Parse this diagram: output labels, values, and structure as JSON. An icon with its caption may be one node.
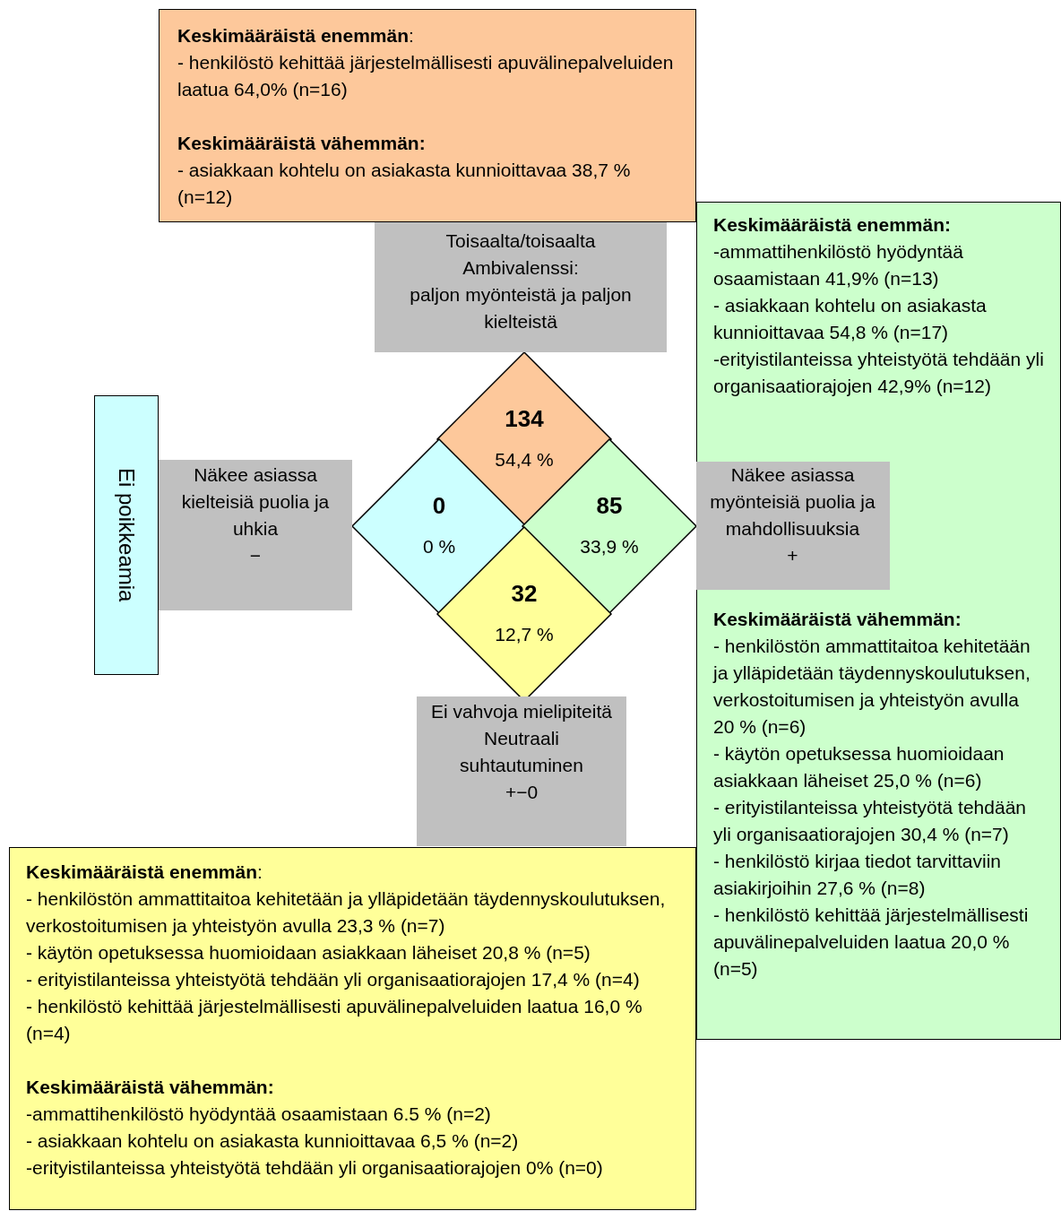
{
  "diagram": {
    "nodes": [
      {
        "text": [
          "**Keskimääräistä enemmän**:",
          "- henkilöstö kehittää järjestelmällisesti apuvälinepalveluiden laatua 64,0% (n=16)",
          "Keskimääräistä vähemmän:",
          "- asiakkaan kohtelu on asiakasta kunnioittavaa 38,7 % (n=12)"
        ]
      },
      {
        "text": [
          "Toisaalta/toisaalta",
          "Ambivalenssi:",
          "paljon myönteistä ja paljon kielteistä"
        ]
      },
      {
        "text": [
          "Keskimääräistä enemmän:",
          "-ammattihenkilöstö hyödyntää osaamistaan 41,9% (n=13)",
          "- asiakkaan kohtelu on asiakasta kunnioittavaa 54,8 % (n=17)",
          "-erityistilanteissa yhteistyötä tehdään yli organisaatiorajojen 42,9% (n=12)",
          "Keskimääräistä vähemmän:",
          "- henkilöstön ammattitaitoa kehitetään ja ylläpidetään täydennyskoulutuksen, verkostoitumisen ja yhteistyön avulla 20 % (n=6)",
          "- käytön opetuksessa huomioidaan asiakkaan läheiset 25,0 % (n=6)",
          "- erityistilanteissa yhteistyötä tehdään yli organisaatiorajojen 30,4 % (n=7)",
          "- henkilöstö kirjaa tiedot tarvittaviin asiakirjoihin 27,6 % (n=8)",
          "- henkilöstö kehittää järjestelmällisesti apuvälinepalveluiden laatua 20,0 % (n=5)"
        ]
      },
      {
        "text": [
          "Ei poikkeamia"
        ]
      },
      {
        "text": [
          "Näkee asiassa kielteisiä puolia ja uhkia",
          "−"
        ]
      },
      {
        "text": [
          "134",
          "54,4 %"
        ]
      },
      {
        "text": [
          "0",
          "0 %"
        ]
      },
      {
        "text": [
          "85",
          "33,9 %"
        ]
      },
      {
        "text": [
          "32",
          "12,7 %"
        ]
      },
      {
        "text": [
          "Näkee asiassa myönteisiä puolia ja mahdollisuuksia",
          "+"
        ],
        "in": 2
      },
      {
        "text": [
          "Ei vahvoja mielipiteitä",
          "Neutraali suhtautuminen",
          "+−0"
        ]
      },
      {
        "text": [
          "**Keskimääräistä enemmän**:",
          "- henkilöstön ammattitaitoa kehitetään ja ylläpidetään täydennyskoulutuksen, verkostoitumisen ja yhteistyön avulla 23,3 % (n=7)",
          "- käytön opetuksessa huomioidaan asiakkaan läheiset 20,8 % (n=5)",
          "- erityistilanteissa yhteistyötä tehdään yli organisaatiorajojen 17,4 % (n=4)",
          "- henkilöstö kehittää järjestelmällisesti apuvälinepalveluiden laatua 16,0 % (n=4)",
          "Keskimääräistä vähemmän:",
          "-ammattihenkilöstö hyödyntää osaamistaan 6.5 % (n=2)",
          "- asiakkaan kohtelu on asiakasta kunnioittavaa 6,5 % (n=2)",
          "-erityistilanteissa yhteistyötä tehdään yli organisaatiorajojen 0% (n=0)"
        ]
      }
    ]
  }
}
